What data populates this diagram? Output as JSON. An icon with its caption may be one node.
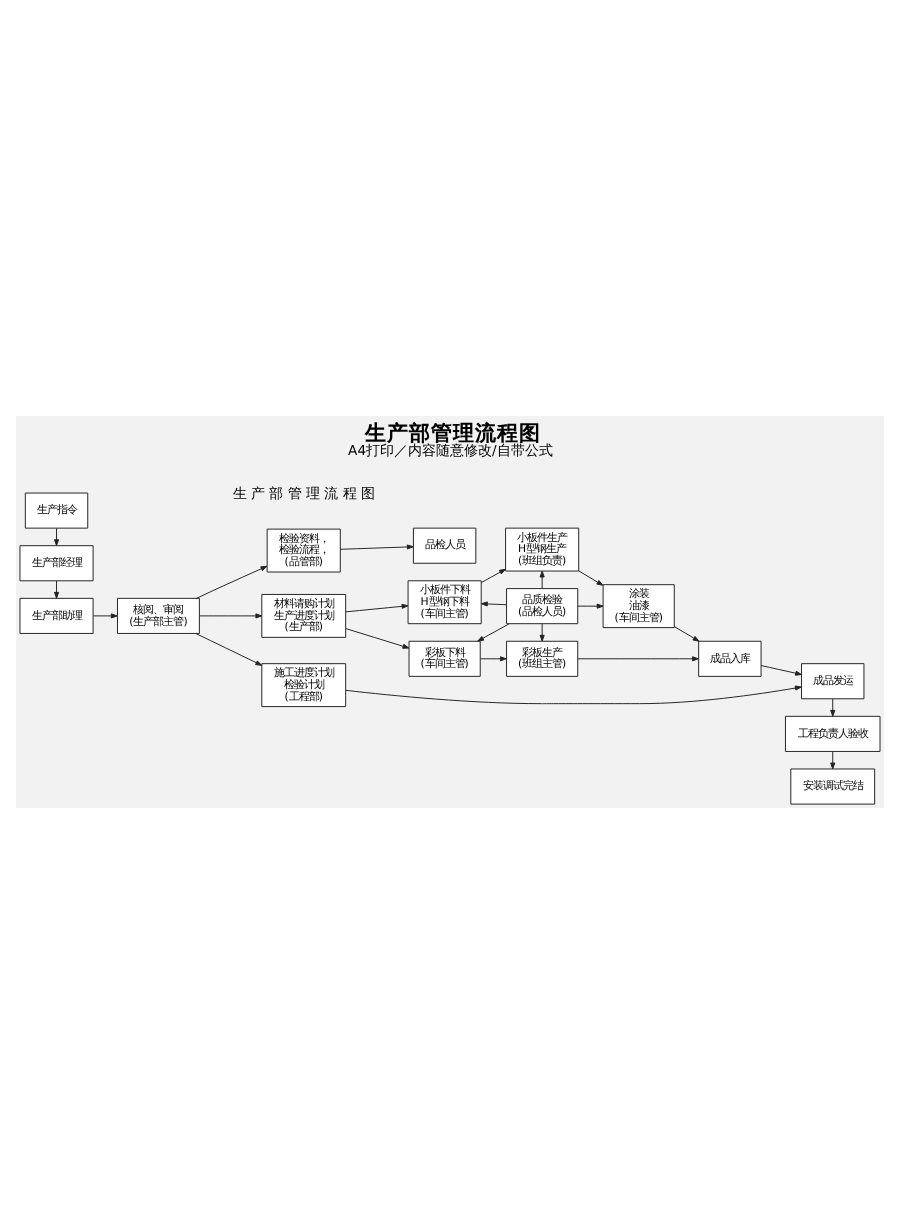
{
  "diagram": {
    "title": "生产部管理流程图",
    "caption": "A4打印／内容随意修改/自带公式",
    "nodes": [
      {
        "text": [
          "生产指令"
        ]
      },
      {
        "text": [
          "生产部经理"
        ]
      },
      {
        "text": [
          "生产部助理"
        ]
      },
      {
        "text": [
          "核阅、审阅",
          "(生产部主管)"
        ]
      },
      {
        "text": [
          "检验资料，",
          "检验流程，",
          "(品管部)"
        ]
      },
      {
        "text": [
          "品检人员"
        ]
      },
      {
        "text": [
          "材料请购计划",
          "生产进度计划",
          "(生产部)"
        ]
      },
      {
        "text": [
          "小板件下料",
          "H型钢下料",
          "(车间主管)"
        ]
      },
      {
        "text": [
          "小板件生产",
          "H型钢生产",
          "(班组负责)"
        ]
      },
      {
        "text": [
          "涂装",
          "油漆",
          "(车间主管)"
        ]
      },
      {
        "text": [
          "品质检验",
          "(品检人员)"
        ]
      },
      {
        "text": [
          "成品入库"
        ]
      },
      {
        "text": [
          "彩板下料",
          "(车间主管)"
        ]
      },
      {
        "text": [
          "彩板生产",
          "(班组主管)"
        ]
      },
      {
        "text": [
          "施工进度计划",
          "检验计划",
          "(工程部)"
        ]
      },
      {
        "text": [
          "成品发运"
        ]
      },
      {
        "text": [
          "工程负责人验收"
        ]
      },
      {
        "text": [
          "安装调试完结"
        ]
      }
    ],
    "edges": [
      {
        "from": 0,
        "to": 1,
        "arrow": "to"
      },
      {
        "from": 1,
        "to": 2,
        "arrow": "to"
      },
      {
        "from": 2,
        "to": 3,
        "arrow": "to"
      },
      {
        "from": 3,
        "to": 4,
        "arrow": "to"
      },
      {
        "from": 3,
        "to": 6,
        "arrow": "to"
      },
      {
        "from": 3,
        "to": 14,
        "arrow": "to"
      },
      {
        "from": 4,
        "to": 5,
        "arrow": "to"
      },
      {
        "from": 6,
        "to": 7,
        "arrow": "to"
      },
      {
        "from": 6,
        "to": 12,
        "arrow": "to"
      },
      {
        "from": 7,
        "to": 8,
        "arrow": "to"
      },
      {
        "from": 8,
        "to": 9,
        "arrow": "to"
      },
      {
        "from": 10,
        "to": 7,
        "arrow": "to"
      },
      {
        "from": 10,
        "to": 8,
        "arrow": "to"
      },
      {
        "from": 10,
        "to": 9,
        "arrow": "to"
      },
      {
        "from": 10,
        "to": 12,
        "arrow": "to"
      },
      {
        "from": 10,
        "to": 13,
        "arrow": "to"
      },
      {
        "from": 12,
        "to": 13,
        "arrow": "to"
      },
      {
        "from": 9,
        "to": 11,
        "arrow": "to"
      },
      {
        "from": 13,
        "to": 11,
        "arrow": "to"
      },
      {
        "from": 11,
        "to": 15,
        "arrow": "to"
      },
      {
        "from": 14,
        "to": 15,
        "arrow": "to"
      },
      {
        "from": 15,
        "to": 16,
        "arrow": "to"
      },
      {
        "from": 16,
        "to": 17,
        "arrow": "to"
      }
    ],
    "labels": [
      "生 产 部 管 理 流 程 图"
    ]
  }
}
